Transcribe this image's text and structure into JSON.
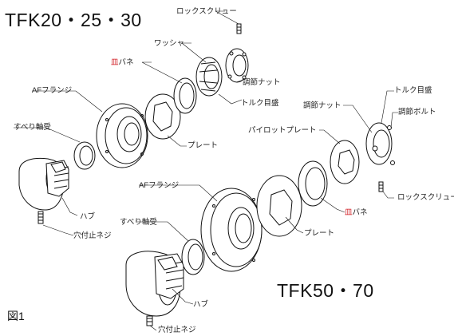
{
  "titles": {
    "small_models": "TFK20・25・30",
    "large_models": "TFK50・70",
    "figure": "図1"
  },
  "labels_small": {
    "lock_screw": "ロックスクリュー",
    "washer": "ワッシャ",
    "disc_spring": "皿バネ",
    "adjust_nut": "調節ナット",
    "torque_scale": "トルク目盛",
    "af_flange": "AFフランジ",
    "sliding_bearing": "すべり軸受",
    "plate": "プレート",
    "hub": "ハブ",
    "set_screw": "穴付止ネジ"
  },
  "labels_large": {
    "torque_scale": "トルク目盛",
    "adjust_nut": "調節ナット",
    "adjust_bolt": "調節ボルト",
    "pilot_plate": "パイロットプレート",
    "lock_screw": "ロックスクリュー",
    "af_flange": "AFフランジ",
    "disc_spring": "皿バネ",
    "sliding_bearing": "すべり軸受",
    "plate": "プレート",
    "hub": "ハブ",
    "set_screw": "穴付止ネジ"
  },
  "colors": {
    "line": "#111111",
    "accent_red": "#d2232a",
    "background": "#ffffff"
  }
}
